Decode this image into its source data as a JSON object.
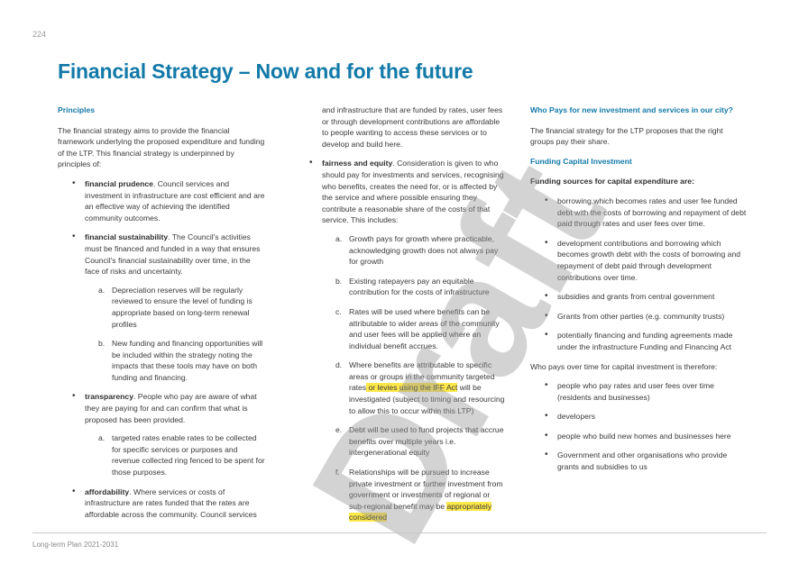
{
  "page_number": "224",
  "title": "Financial Strategy – Now and for the future",
  "watermark": "Draft",
  "footer": "Long-term Plan 2021-2031",
  "col1": {
    "heading": "Principles",
    "intro": "The financial strategy aims to provide the financial framework underlying the proposed expenditure and funding of the LTP. This financial strategy is underpinned by principles of:",
    "p1_bold": "financial prudence",
    "p1_text": ". Council services and investment in infrastructure are cost efficient and are an effective way of achieving the identified community outcomes.",
    "p2_bold": "financial sustainability",
    "p2_text": ". The Council's activities must be financed and funded in a way that ensures Council's financial sustainability over time, in the face of risks and uncertainty.",
    "p2_a_mark": "a.",
    "p2_a": "Depreciation reserves will be regularly reviewed to ensure the level of funding is appropriate based on long-term renewal profiles",
    "p2_b_mark": "b.",
    "p2_b": "New funding and financing opportunities will be included within the strategy noting the impacts that these tools may have on both funding and financing.",
    "p3_bold": "transparency",
    "p3_text": ". People who pay are aware of what they are paying for and can confirm that what is proposed has been provided.",
    "p3_a_mark": "a.",
    "p3_a": "targeted rates enable rates to be collected for specific services or purposes and revenue collected ring fenced to be spent for those purposes.",
    "p4_bold": "affordability",
    "p4_text": ". Where services or costs of infrastructure are rates funded that the rates are affordable across the community. Council services"
  },
  "col2": {
    "cont": "and infrastructure that are funded by rates, user fees or through development contributions are affordable to people wanting to access these services or to develop and build here.",
    "p5_bold": "fairness and equity",
    "p5_text": ". Consideration is given to who should pay for investments and services, recognising who benefits, creates the need for, or is affected by the service and where possible ensuring they contribute a reasonable share of the costs of that service. This includes:",
    "a_mark": "a.",
    "a": "Growth pays for growth where practicable, acknowledging growth does not always pay for growth",
    "b_mark": "b.",
    "b": "Existing ratepayers pay an equitable contribution for the costs of infrastructure",
    "c_mark": "c.",
    "c": "Rates will be used where benefits can be attributable to wider areas of the community and user fees will be applied where an individual benefit accrues.",
    "d_mark": "d.",
    "d_pre": "Where benefits are attributable to specific areas or groups in the community targeted rates",
    "d_hl": " or levies using the IFF Act",
    "d_post": " will be investigated (subject to timing and resourcing to allow this to occur within this LTP)",
    "e_mark": "e.",
    "e": "Debt will be used to fund projects that accrue benefits over multiple years i.e. intergenerational equity",
    "f_mark": "f.",
    "f_pre": "Relationships will be pursued to increase private investment or further investment from government or investments of regional or sub-regional benefit may be ",
    "f_hl": "appropriately considered"
  },
  "col3": {
    "heading": "Who Pays for new investment and services in our city?",
    "intro": "The financial strategy for the LTP proposes that the right groups pay their share.",
    "subheading": "Funding Capital Investment",
    "sources_label": "Funding sources for capital expenditure are:",
    "sources": [
      "borrowing,which becomes rates and user fee funded debt with the costs of borrowing and repayment of debt paid through rates and user fees over time.",
      "development contributions and borrowing which becomes growth debt with the costs of borrowing and repayment of debt paid through development contributions over time.",
      "subsidies and grants from central government",
      "Grants from other parties (e.g. community trusts)",
      "potentially financing and funding agreements made under the infrastructure Funding and Financing Act"
    ],
    "payers_label": "Who pays over time for capital investment is therefore:",
    "payers": [
      "people who pay rates and user fees over time (residents and businesses)",
      "developers",
      "people who build new homes and businesses here",
      "Government and other organisations who provide grants and subsidies to us"
    ]
  }
}
